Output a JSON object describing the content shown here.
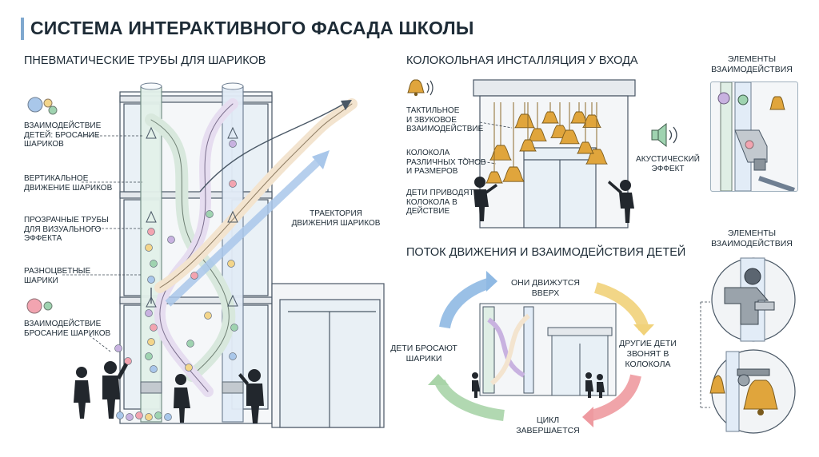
{
  "title": "СИСТЕМА ИНТЕРАКТИВНОГО ФАСАДА ШКОЛЫ",
  "tubes_section": {
    "heading": "ПНЕВМАТИЧЕСКИЕ ТРУБЫ ДЛЯ ШАРИКОВ",
    "labels": [
      "ВЗАИМОДЕЙСТВИЕ\nДЕТЕЙ: БРОСАНИЕ\nШАРИКОВ",
      "ВЕРТИКАЛЬНОЕ\nДВИЖЕНИЕ ШАРИКОВ",
      "ПРОЗРАЧНЫЕ ТРУБЫ\nДЛЯ ВИЗУАЛЬНОГО\nЭФФЕКТА",
      "РАЗНОЦВЕТНЫЕ\nШАРИКИ",
      "ВЗАИМОДЕЙСТВИЕ\nБРОСАНИЕ ШАРИКОВ"
    ],
    "trajectory_label": "ТРАЕКТОРИЯ\nДВИЖЕНИЯ ШАРИКОВ",
    "ball_colors": [
      "#f2a4b0",
      "#f3d58a",
      "#9fd3b0",
      "#a9c7ea",
      "#c8b2e0"
    ]
  },
  "bells_section": {
    "heading": "КОЛОКОЛЬНАЯ ИНСТАЛЛЯЦИЯ У ВХОДА",
    "labels": [
      "ТАКТИЛЬНОЕ\nИ ЗВУКОВОЕ\nВЗАИМОДЕЙСТВИЕ",
      "КОЛОКОЛА\nРАЗЛИЧНЫХ ТОНОВ\nИ РАЗМЕРОВ",
      "ДЕТИ ПРИВОДЯТ\nКОЛОКОЛА В\nДЕЙСТВИЕ"
    ],
    "acoustic_label": "АКУСТИЧЕСКИЙ\nЭФФЕКТ",
    "bell_color": "#e0a53c"
  },
  "elements_top": {
    "heading": "ЭЛЕМЕНТЫ\nВЗАИМОДЕЙСТВИЯ"
  },
  "flow_section": {
    "heading": "ПОТОК ДВИЖЕНИЯ И ВЗАИМОДЕЙСТВИЯ ДЕТЕЙ",
    "steps": [
      "ОНИ ДВИЖУТСЯ\nВВЕРХ",
      "ДРУГИЕ ДЕТИ\nЗВОНЯТ В\nКОЛОКОЛА",
      "ЦИКЛ\nЗАВЕРШАЕТСЯ",
      "ДЕТИ БРОСАЮТ\nШАРИКИ"
    ],
    "arrow_colors": [
      "#f1d27a",
      "#ee9aa0",
      "#a9d4a8",
      "#8fb9e3"
    ]
  },
  "elements_bottom": {
    "heading": "ЭЛЕМЕНТЫ\nВЗАИМОДЕЙСТВИЯ"
  }
}
